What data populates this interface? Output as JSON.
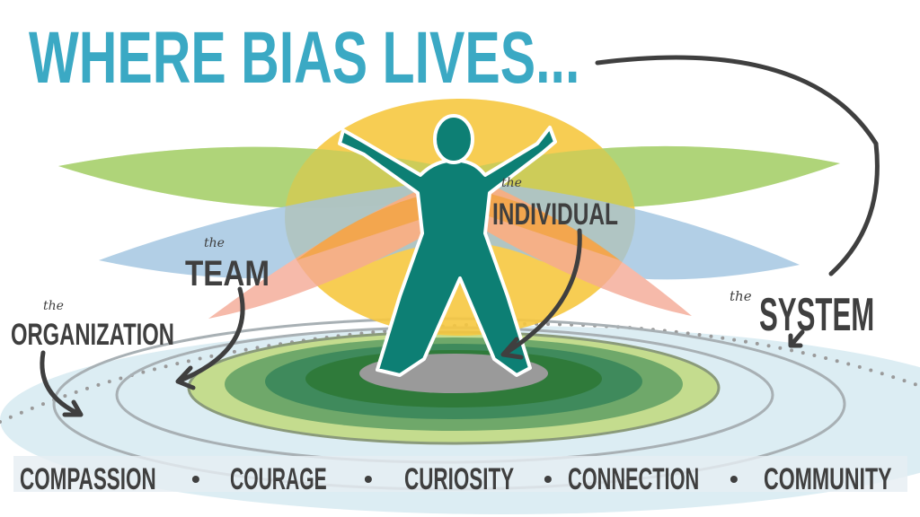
{
  "title": "WHERE BIAS LIVES...",
  "levels": {
    "individual": {
      "prefix": "the",
      "name": "INDIVIDUAL"
    },
    "team": {
      "prefix": "the",
      "name": "TEAM"
    },
    "organization": {
      "prefix": "the",
      "name": "ORGANIZATION"
    },
    "system": {
      "prefix": "the",
      "name": "SYSTEM"
    }
  },
  "values": [
    "COMPASSION",
    "COURAGE",
    "CURIOSITY",
    "CONNECTION",
    "COMMUNITY"
  ],
  "separator": "•",
  "colors": {
    "title": "#3ba9c4",
    "figure": "#0d7f74",
    "sun": "#f6c840",
    "green_wing": "#a9d16e",
    "blue_wing": "#9fc4e0",
    "pink_wing": "#f5a995",
    "base": "#dbeef4"
  }
}
